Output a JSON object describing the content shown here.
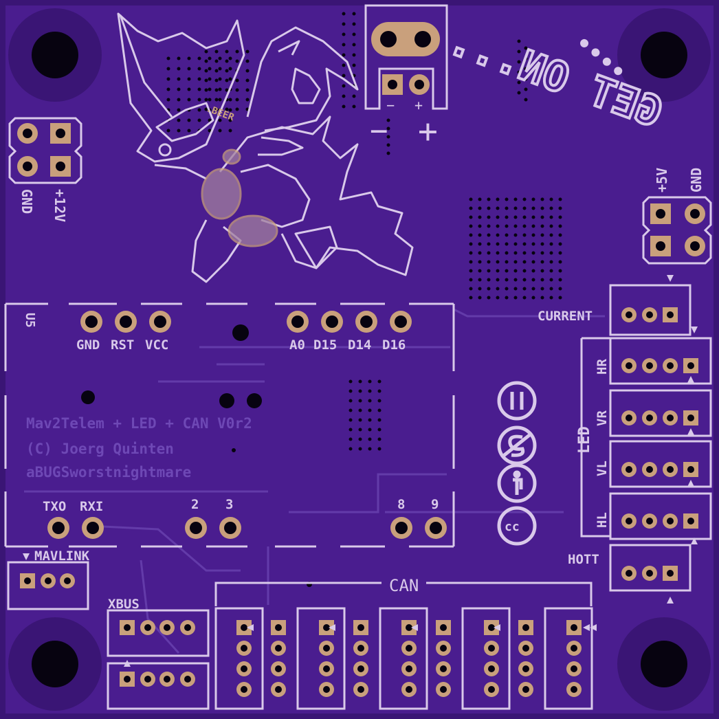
{
  "colors": {
    "substrate": "#3a1575",
    "copper": "#4a1d8f",
    "silk": "#d9c9ea",
    "pad": "#c9a07c",
    "hole": "#070310",
    "faint": "#6e48b5"
  },
  "power_in": {
    "minus": "−",
    "plus": "+",
    "minus_large": "−",
    "plus_large": "+"
  },
  "left_header": {
    "gnd": "GND",
    "v12": "+12V"
  },
  "right_header": {
    "v5": "+5V",
    "gnd": "GND"
  },
  "module": {
    "ref": "U5",
    "pins_top_left": [
      "GND",
      "RST",
      "VCC"
    ],
    "pins_top_right": [
      "A0",
      "D15",
      "D14",
      "D16"
    ],
    "pins_bottom_serial": [
      "TXO",
      "RXI"
    ],
    "pins_bottom_mid": [
      "2",
      "3"
    ],
    "pins_bottom_right": [
      "8",
      "9"
    ]
  },
  "board_text": {
    "line1": "Mav2Telem + LED + CAN V0r2",
    "line2": "(C) Joerg Quinten",
    "line3": "aBUGSworstnightmare"
  },
  "connectors": {
    "current": "CURRENT",
    "hr": "HR",
    "vr": "VR",
    "vl": "VL",
    "hl": "HL",
    "led": "LED",
    "hott": "HOTT",
    "mavlink": "MAVLINK",
    "xbus": "XBUS",
    "can": "CAN"
  },
  "logo": {
    "text": "GET ON..."
  },
  "icons": [
    "cc-logo-icon",
    "by-attribution-icon",
    "nc-noncommercial-icon",
    "sa-equal-icon"
  ]
}
